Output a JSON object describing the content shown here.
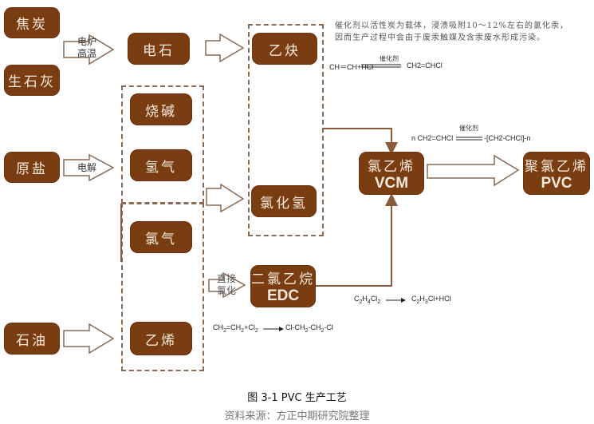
{
  "nodes": {
    "coke": "焦炭",
    "lime": "生石灰",
    "salt": "原盐",
    "oil": "石油",
    "calcium_carbide": "电石",
    "acetylene": "乙炔",
    "caustic_soda": "烧碱",
    "hydrogen": "氢气",
    "chlorine": "氯气",
    "ethylene": "乙烯",
    "hcl": "氯化氢",
    "vcm_cn": "氯乙烯",
    "vcm_en": "VCM",
    "edc_cn": "二氯乙烷",
    "edc_en": "EDC",
    "pvc_cn": "聚氯乙烯",
    "pvc_en": "PVC"
  },
  "arrow_labels": {
    "furnace_line1": "电炉",
    "furnace_line2": "高温",
    "electrolysis": "电解",
    "direct_line1": "直接",
    "direct_line2": "氯化"
  },
  "notes": {
    "catalyst_line1": "催化剂以活性炭为载体，浸渍吸附10～12%左右的氯化汞，",
    "catalyst_line2": "因而生产过程中会由于废汞触媒及含汞废水形成污染。"
  },
  "equations": {
    "acetylene_lhs": "CH＝CH+HCl",
    "acetylene_cat": "催化剂",
    "acetylene_rhs": "CH2=CHCl",
    "poly_lhs": "n CH2=CHCl",
    "poly_cat": "催化剂",
    "poly_rhs": "-[CH2-CHCl]-n",
    "crack_lhs": "C2H4Cl2",
    "crack_rhs": "C2H3Cl+HCl",
    "chlor_lhs": "CH2=CH2+Cl2",
    "chlor_rhs": "Cl-CH2-CH2-Cl"
  },
  "caption": {
    "title": "图 3-1 PVC 生产工艺",
    "source": "资料来源：方正中期研究院整理"
  },
  "colors": {
    "box_fill": "#7a3d12",
    "box_text": "#f6e9dc",
    "connector": "#8a5a3a"
  }
}
